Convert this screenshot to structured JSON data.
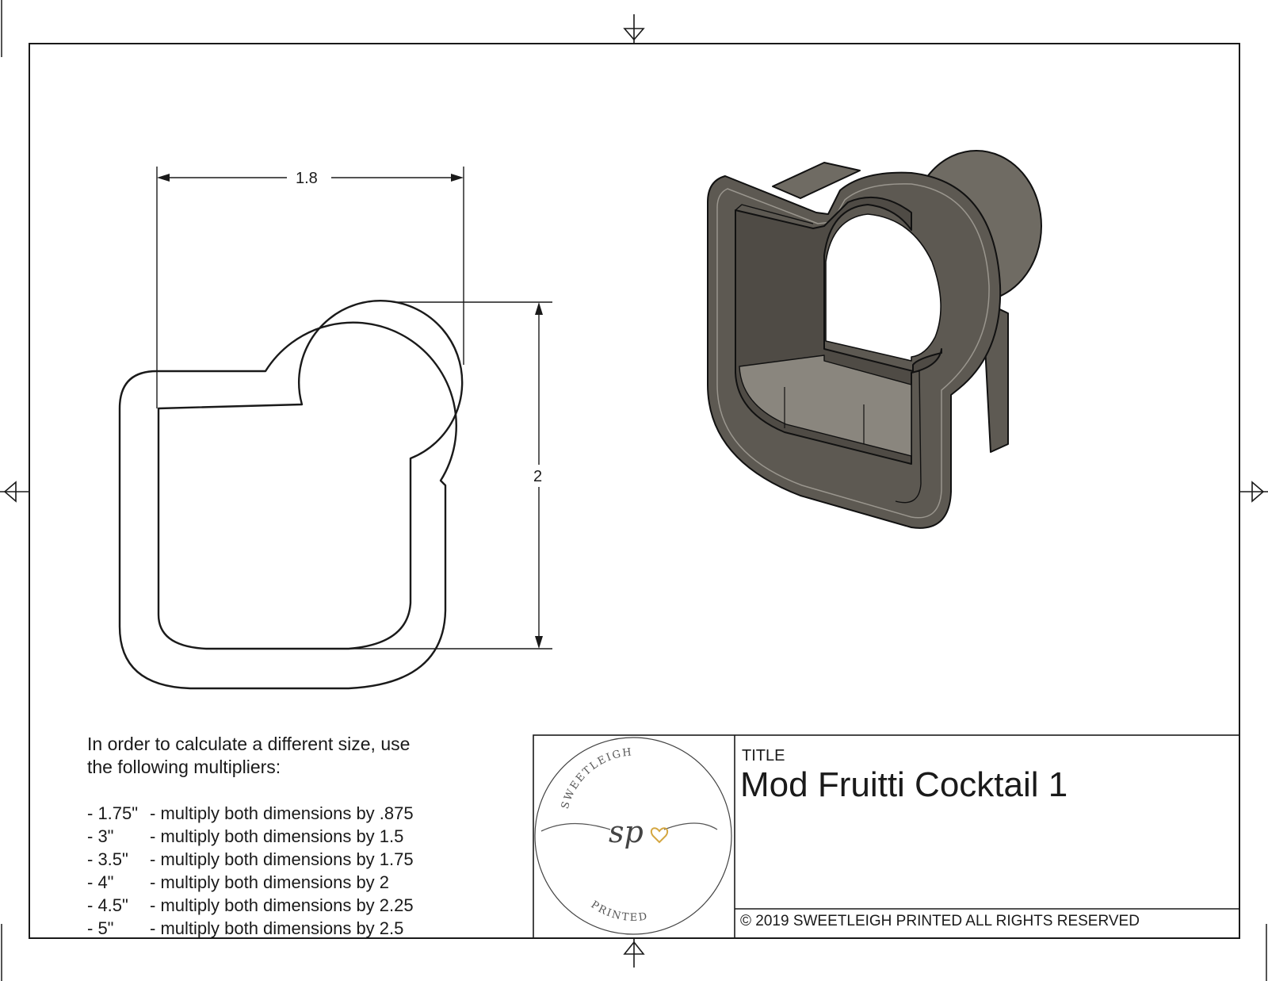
{
  "drawing": {
    "width_dimension": "1.8",
    "height_dimension": "2"
  },
  "instructions": {
    "line1": "In order to calculate a different size, use",
    "line2": "the following multipliers:",
    "multipliers": [
      {
        "size": "- 1.75\"",
        "text": "- multiply both dimensions by .875"
      },
      {
        "size": "- 3\"",
        "text": "- multiply both dimensions by 1.5"
      },
      {
        "size": "- 3.5\"",
        "text": "- multiply both dimensions by 1.75"
      },
      {
        "size": "- 4\"",
        "text": "- multiply both dimensions by 2"
      },
      {
        "size": "- 4.5\"",
        "text": "- multiply both dimensions by 2.25"
      },
      {
        "size": "- 5\"",
        "text": "- multiply both dimensions by 2.5"
      }
    ]
  },
  "title_block": {
    "title_label": "TITLE",
    "title": "Mod Fruitti Cocktail 1",
    "copyright": "© 2019  SWEETLEIGH PRINTED  ALL RIGHTS RESERVED"
  },
  "logo": {
    "top_text": "SWEETLEIGH",
    "monogram": "sp",
    "bottom_text": "PRINTED",
    "heart_color": "#d4a640"
  },
  "colors": {
    "line": "#1a1a1a",
    "model_dark": "#5a564f",
    "model_mid": "#7a766e",
    "model_light": "#8f8b83"
  }
}
